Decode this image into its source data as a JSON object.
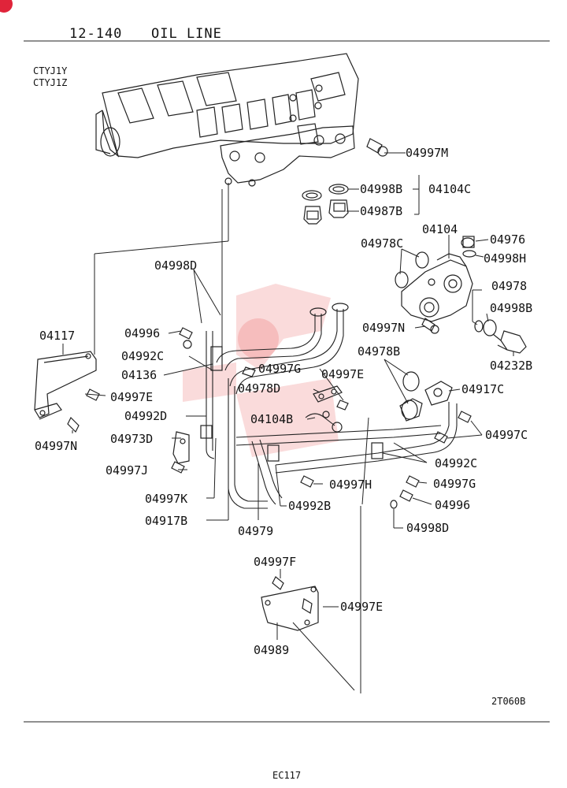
{
  "header": {
    "section": "12-140",
    "title": "OIL LINE",
    "models": [
      "CTYJ1Y",
      "CTYJ1Z"
    ]
  },
  "parts": [
    {
      "id": "p-04997M",
      "label": "04997M"
    },
    {
      "id": "p-04998B-top",
      "label": "04998B"
    },
    {
      "id": "p-04104C",
      "label": "04104C"
    },
    {
      "id": "p-04987B",
      "label": "04987B"
    },
    {
      "id": "p-04104",
      "label": "04104"
    },
    {
      "id": "p-04976",
      "label": "04976"
    },
    {
      "id": "p-04978C",
      "label": "04978C"
    },
    {
      "id": "p-04998H",
      "label": "04998H"
    },
    {
      "id": "p-04998D-top",
      "label": "04998D"
    },
    {
      "id": "p-04978-right",
      "label": "04978"
    },
    {
      "id": "p-04998B-right",
      "label": "04998B"
    },
    {
      "id": "p-04117",
      "label": "04117"
    },
    {
      "id": "p-04996-left",
      "label": "04996"
    },
    {
      "id": "p-04997N-mid",
      "label": "04997N"
    },
    {
      "id": "p-04992C-left",
      "label": "04992C"
    },
    {
      "id": "p-04978B",
      "label": "04978B"
    },
    {
      "id": "p-04232B",
      "label": "04232B"
    },
    {
      "id": "p-04136",
      "label": "04136"
    },
    {
      "id": "p-04997G-mid",
      "label": "04997G"
    },
    {
      "id": "p-04997E-mid",
      "label": "04997E"
    },
    {
      "id": "p-04997E-left",
      "label": "04997E"
    },
    {
      "id": "p-04978D",
      "label": "04978D"
    },
    {
      "id": "p-04917C",
      "label": "04917C"
    },
    {
      "id": "p-04104B",
      "label": "04104B"
    },
    {
      "id": "p-04992D",
      "label": "04992D"
    },
    {
      "id": "p-04973D",
      "label": "04973D"
    },
    {
      "id": "p-04997N-left",
      "label": "04997N"
    },
    {
      "id": "p-04997C",
      "label": "04997C"
    },
    {
      "id": "p-04992C-right",
      "label": "04992C"
    },
    {
      "id": "p-04997J",
      "label": "04997J"
    },
    {
      "id": "p-04997H",
      "label": "04997H"
    },
    {
      "id": "p-04997G-right",
      "label": "04997G"
    },
    {
      "id": "p-04997K",
      "label": "04997K"
    },
    {
      "id": "p-04992B",
      "label": "04992B"
    },
    {
      "id": "p-04996-right",
      "label": "04996"
    },
    {
      "id": "p-04917B",
      "label": "04917B"
    },
    {
      "id": "p-04979",
      "label": "04979"
    },
    {
      "id": "p-04998D-bottom",
      "label": "04998D"
    },
    {
      "id": "p-04997F",
      "label": "04997F"
    },
    {
      "id": "p-04997E-bottom",
      "label": "04997E"
    },
    {
      "id": "p-04989",
      "label": "04989"
    }
  ],
  "figure_code": "2T060B",
  "page_code": "EC117",
  "colors": {
    "line": "#222222",
    "watermark": "#e23a3a",
    "badge": "#e0243a"
  }
}
